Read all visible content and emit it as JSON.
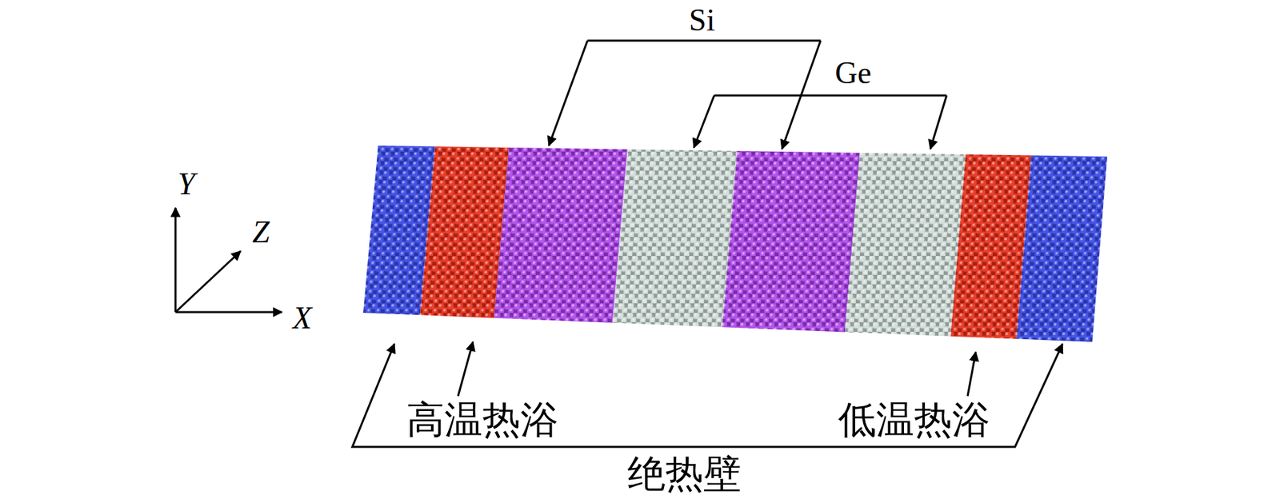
{
  "diagram": {
    "labels": [
      "Si",
      "Ge",
      "Y",
      "Z",
      "X",
      "高温热浴",
      "低温热浴",
      "绝热壁"
    ]
  }
}
